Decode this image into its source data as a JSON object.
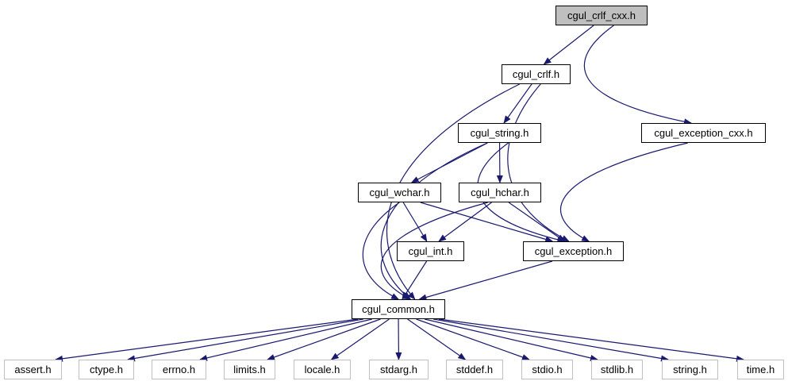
{
  "colors": {
    "edge": "#191970",
    "node_border": "#000000",
    "ext_border": "#bfbfbf",
    "root_fill": "#bfbfbf"
  },
  "nodes": {
    "crlf_cxx": "cgul_crlf_cxx.h",
    "crlf": "cgul_crlf.h",
    "string": "cgul_string.h",
    "exception_cxx": "cgul_exception_cxx.h",
    "wchar": "cgul_wchar.h",
    "hchar": "cgul_hchar.h",
    "int": "cgul_int.h",
    "exception": "cgul_exception.h",
    "common": "cgul_common.h",
    "assert": "assert.h",
    "ctype": "ctype.h",
    "errno": "errno.h",
    "limits": "limits.h",
    "locale": "locale.h",
    "stdarg": "stdarg.h",
    "stddef": "stddef.h",
    "stdio": "stdio.h",
    "stdlib": "stdlib.h",
    "stringh": "string.h",
    "time": "time.h"
  },
  "edges": [
    [
      "crlf_cxx",
      "crlf"
    ],
    [
      "crlf_cxx",
      "exception_cxx"
    ],
    [
      "crlf",
      "string"
    ],
    [
      "crlf",
      "common"
    ],
    [
      "crlf",
      "exception"
    ],
    [
      "string",
      "wchar"
    ],
    [
      "string",
      "hchar"
    ],
    [
      "string",
      "common"
    ],
    [
      "string",
      "exception"
    ],
    [
      "exception_cxx",
      "exception"
    ],
    [
      "wchar",
      "int"
    ],
    [
      "wchar",
      "common"
    ],
    [
      "wchar",
      "exception"
    ],
    [
      "hchar",
      "int"
    ],
    [
      "hchar",
      "common"
    ],
    [
      "hchar",
      "exception"
    ],
    [
      "int",
      "common"
    ],
    [
      "exception",
      "common"
    ],
    [
      "common",
      "assert"
    ],
    [
      "common",
      "ctype"
    ],
    [
      "common",
      "errno"
    ],
    [
      "common",
      "limits"
    ],
    [
      "common",
      "locale"
    ],
    [
      "common",
      "stdarg"
    ],
    [
      "common",
      "stddef"
    ],
    [
      "common",
      "stdio"
    ],
    [
      "common",
      "stdlib"
    ],
    [
      "common",
      "stringh"
    ],
    [
      "common",
      "time"
    ]
  ]
}
